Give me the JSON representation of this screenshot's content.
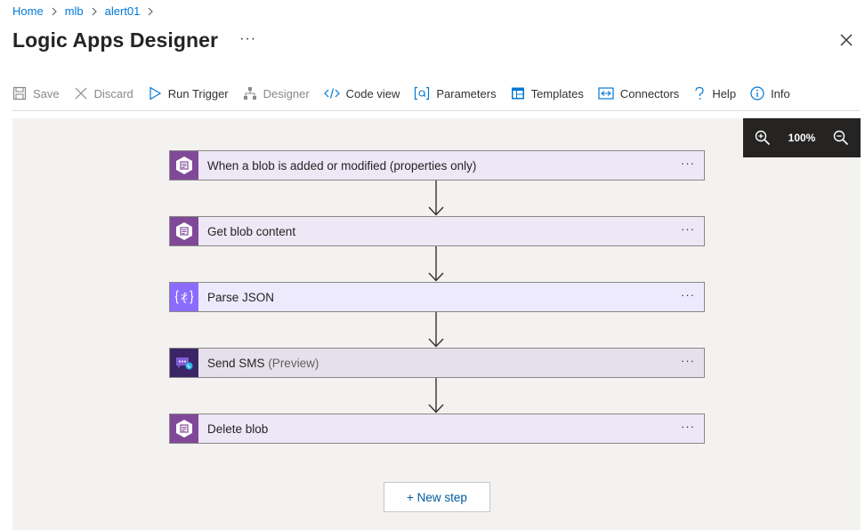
{
  "breadcrumb": [
    {
      "label": "Home"
    },
    {
      "label": "mlb"
    },
    {
      "label": "alert01"
    }
  ],
  "header": {
    "title": "Logic Apps Designer",
    "more": "···"
  },
  "toolbar": {
    "save": "Save",
    "discard": "Discard",
    "run_trigger": "Run Trigger",
    "designer": "Designer",
    "code_view": "Code view",
    "parameters": "Parameters",
    "templates": "Templates",
    "connectors": "Connectors",
    "help": "Help",
    "info": "Info"
  },
  "zoom": {
    "level": "100%"
  },
  "steps": [
    {
      "label": "When a blob is added or modified (properties only)",
      "suffix": "",
      "icon": "blob-storage-icon",
      "bg": "#ede7f6",
      "icon_bg": "#804998"
    },
    {
      "label": "Get blob content",
      "suffix": "",
      "icon": "blob-storage-icon",
      "bg": "#ede7f6",
      "icon_bg": "#804998"
    },
    {
      "label": "Parse JSON",
      "suffix": "",
      "icon": "data-operations-icon",
      "bg": "#eeeafd",
      "icon_bg": "#8c6cff"
    },
    {
      "label": "Send SMS",
      "suffix": "(Preview)",
      "icon": "sms-icon",
      "bg": "#e5e1ec",
      "icon_bg": "#3b2566"
    },
    {
      "label": "Delete blob",
      "suffix": "",
      "icon": "blob-storage-icon",
      "bg": "#ede7f6",
      "icon_bg": "#804998"
    }
  ],
  "step_more": "···",
  "new_step": "+ New step",
  "colors": {
    "accent": "#0078d4",
    "canvas": "#f3f2f1",
    "zoom_bar": "#252423"
  }
}
